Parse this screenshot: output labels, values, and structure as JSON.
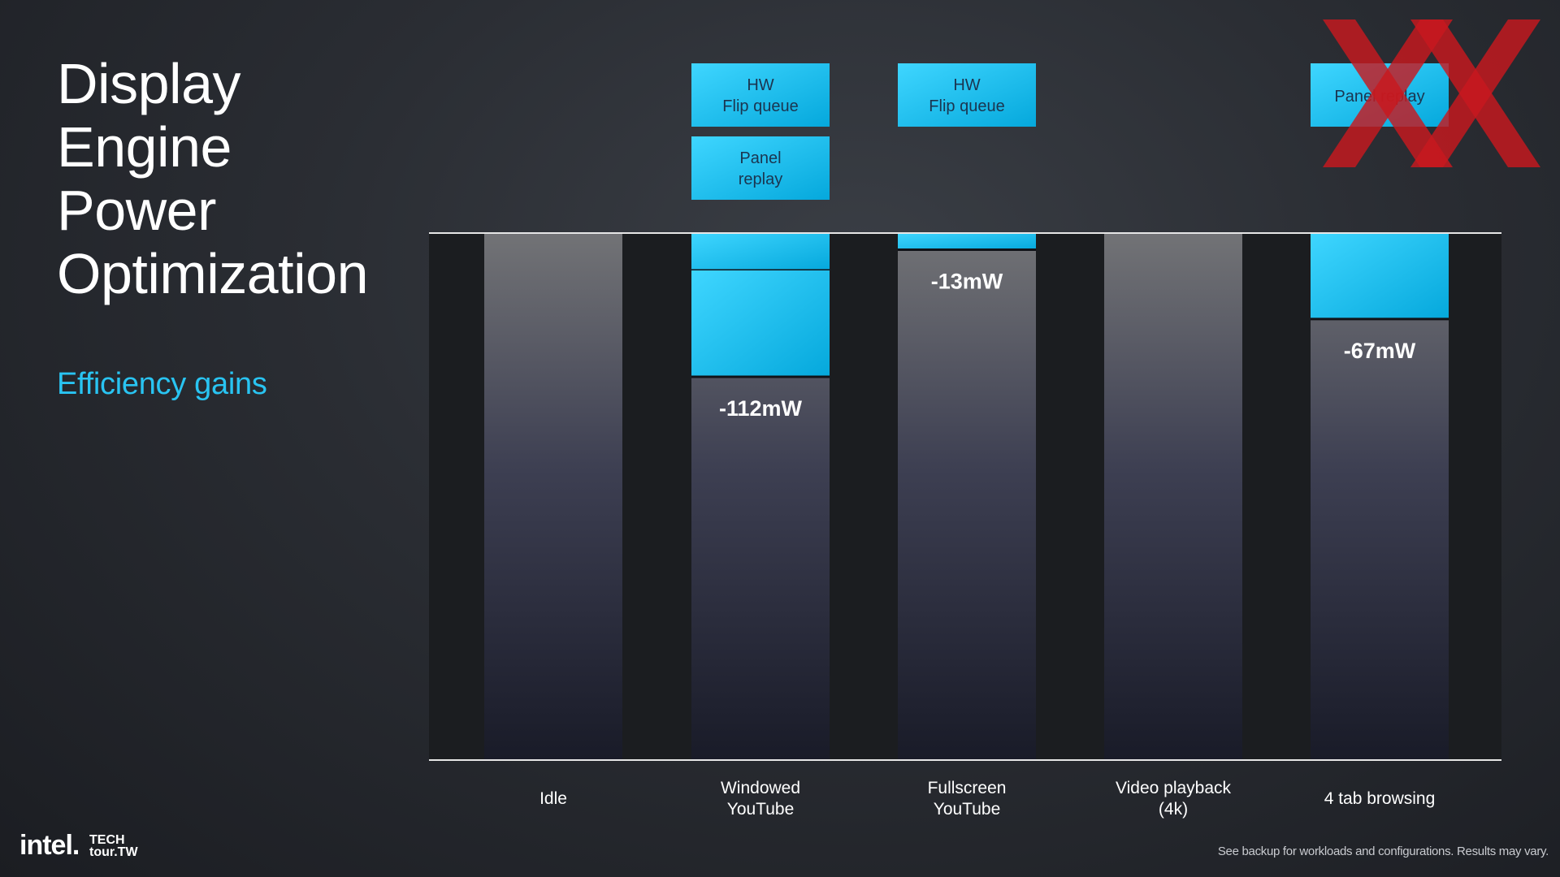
{
  "title_lines": [
    "Display",
    "Engine",
    "Power",
    "Optimization"
  ],
  "subtitle": "Efficiency gains",
  "footnote": "See backup for workloads and configurations. Results may vary.",
  "logo": {
    "brand": "intel.",
    "tour_line1": "TECH",
    "tour_line2": "tour.TW"
  },
  "colors": {
    "accent": "#29c4f2",
    "bar_top": "#6e6f73",
    "bar_bottom": "#1a1c2a",
    "saving": "#16c3f2",
    "watermark": "#c8191e"
  },
  "watermark_icon": "red-xx-watermark",
  "chart_data": {
    "type": "bar",
    "categories": [
      "Idle",
      "Windowed YouTube",
      "Fullscreen YouTube",
      "Video playback (4k)",
      "4 tab browsing"
    ],
    "category_label_lines": [
      [
        "Idle"
      ],
      [
        "Windowed",
        "YouTube"
      ],
      [
        "Fullscreen",
        "YouTube"
      ],
      [
        "Video playback",
        "(4k)"
      ],
      [
        "4 tab browsing"
      ]
    ],
    "baseline_mw_relative": [
      100,
      100,
      100,
      100,
      100
    ],
    "savings_labels": [
      "",
      "-112mW",
      "-13mW",
      "",
      "-67mW"
    ],
    "savings_mw": [
      0,
      112,
      13,
      0,
      67
    ],
    "savings_segments": [
      [],
      [
        {
          "feature": "HW Flip queue",
          "share": 0.26
        },
        {
          "feature": "Panel replay",
          "share": 0.74
        }
      ],
      [
        {
          "feature": "HW Flip queue",
          "share": 1.0
        }
      ],
      [],
      [
        {
          "feature": "Panel replay",
          "share": 1.0
        }
      ]
    ],
    "feature_boxes": [
      [],
      [
        [
          "HW",
          "Flip queue"
        ],
        [
          "Panel",
          "replay"
        ]
      ],
      [
        [
          "HW",
          "Flip queue"
        ]
      ],
      [],
      [
        [
          "Panel replay"
        ]
      ]
    ],
    "y_axis_shown": false,
    "grid": false,
    "legend": "none"
  }
}
